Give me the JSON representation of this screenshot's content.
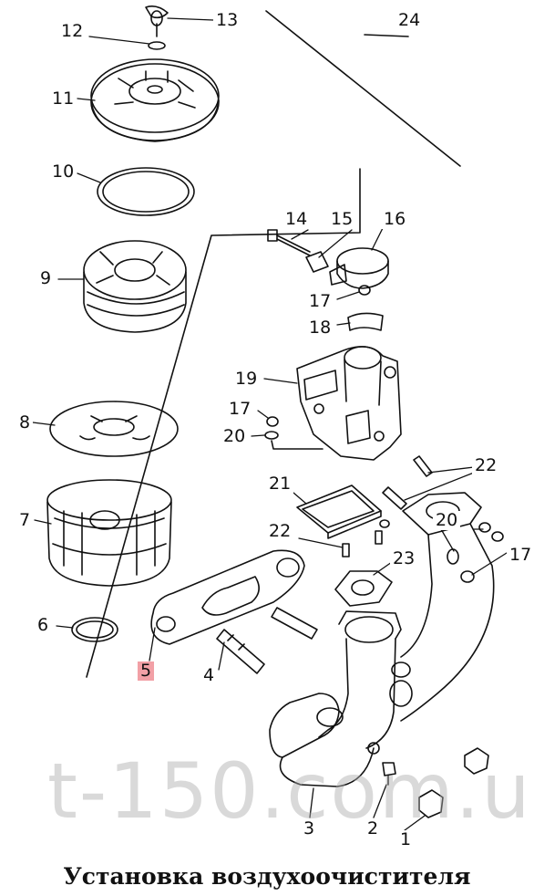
{
  "diagram": {
    "caption": "Установка воздухоочистителя",
    "watermark": "t-150.com.ua",
    "highlight_color": "#f2a0a6",
    "callouts": {
      "c1": "1",
      "c2": "2",
      "c3": "3",
      "c4": "4",
      "c5": "5",
      "c6": "6",
      "c7": "7",
      "c8": "8",
      "c9": "9",
      "c10": "10",
      "c11": "11",
      "c12": "12",
      "c13": "13",
      "c14": "14",
      "c15": "15",
      "c16": "16",
      "c17a": "17",
      "c17b": "17",
      "c17c": "17",
      "c18": "18",
      "c19": "19",
      "c20a": "20",
      "c20b": "20",
      "c21": "21",
      "c22a": "22",
      "c22b": "22",
      "c23": "23",
      "c24": "24"
    }
  }
}
